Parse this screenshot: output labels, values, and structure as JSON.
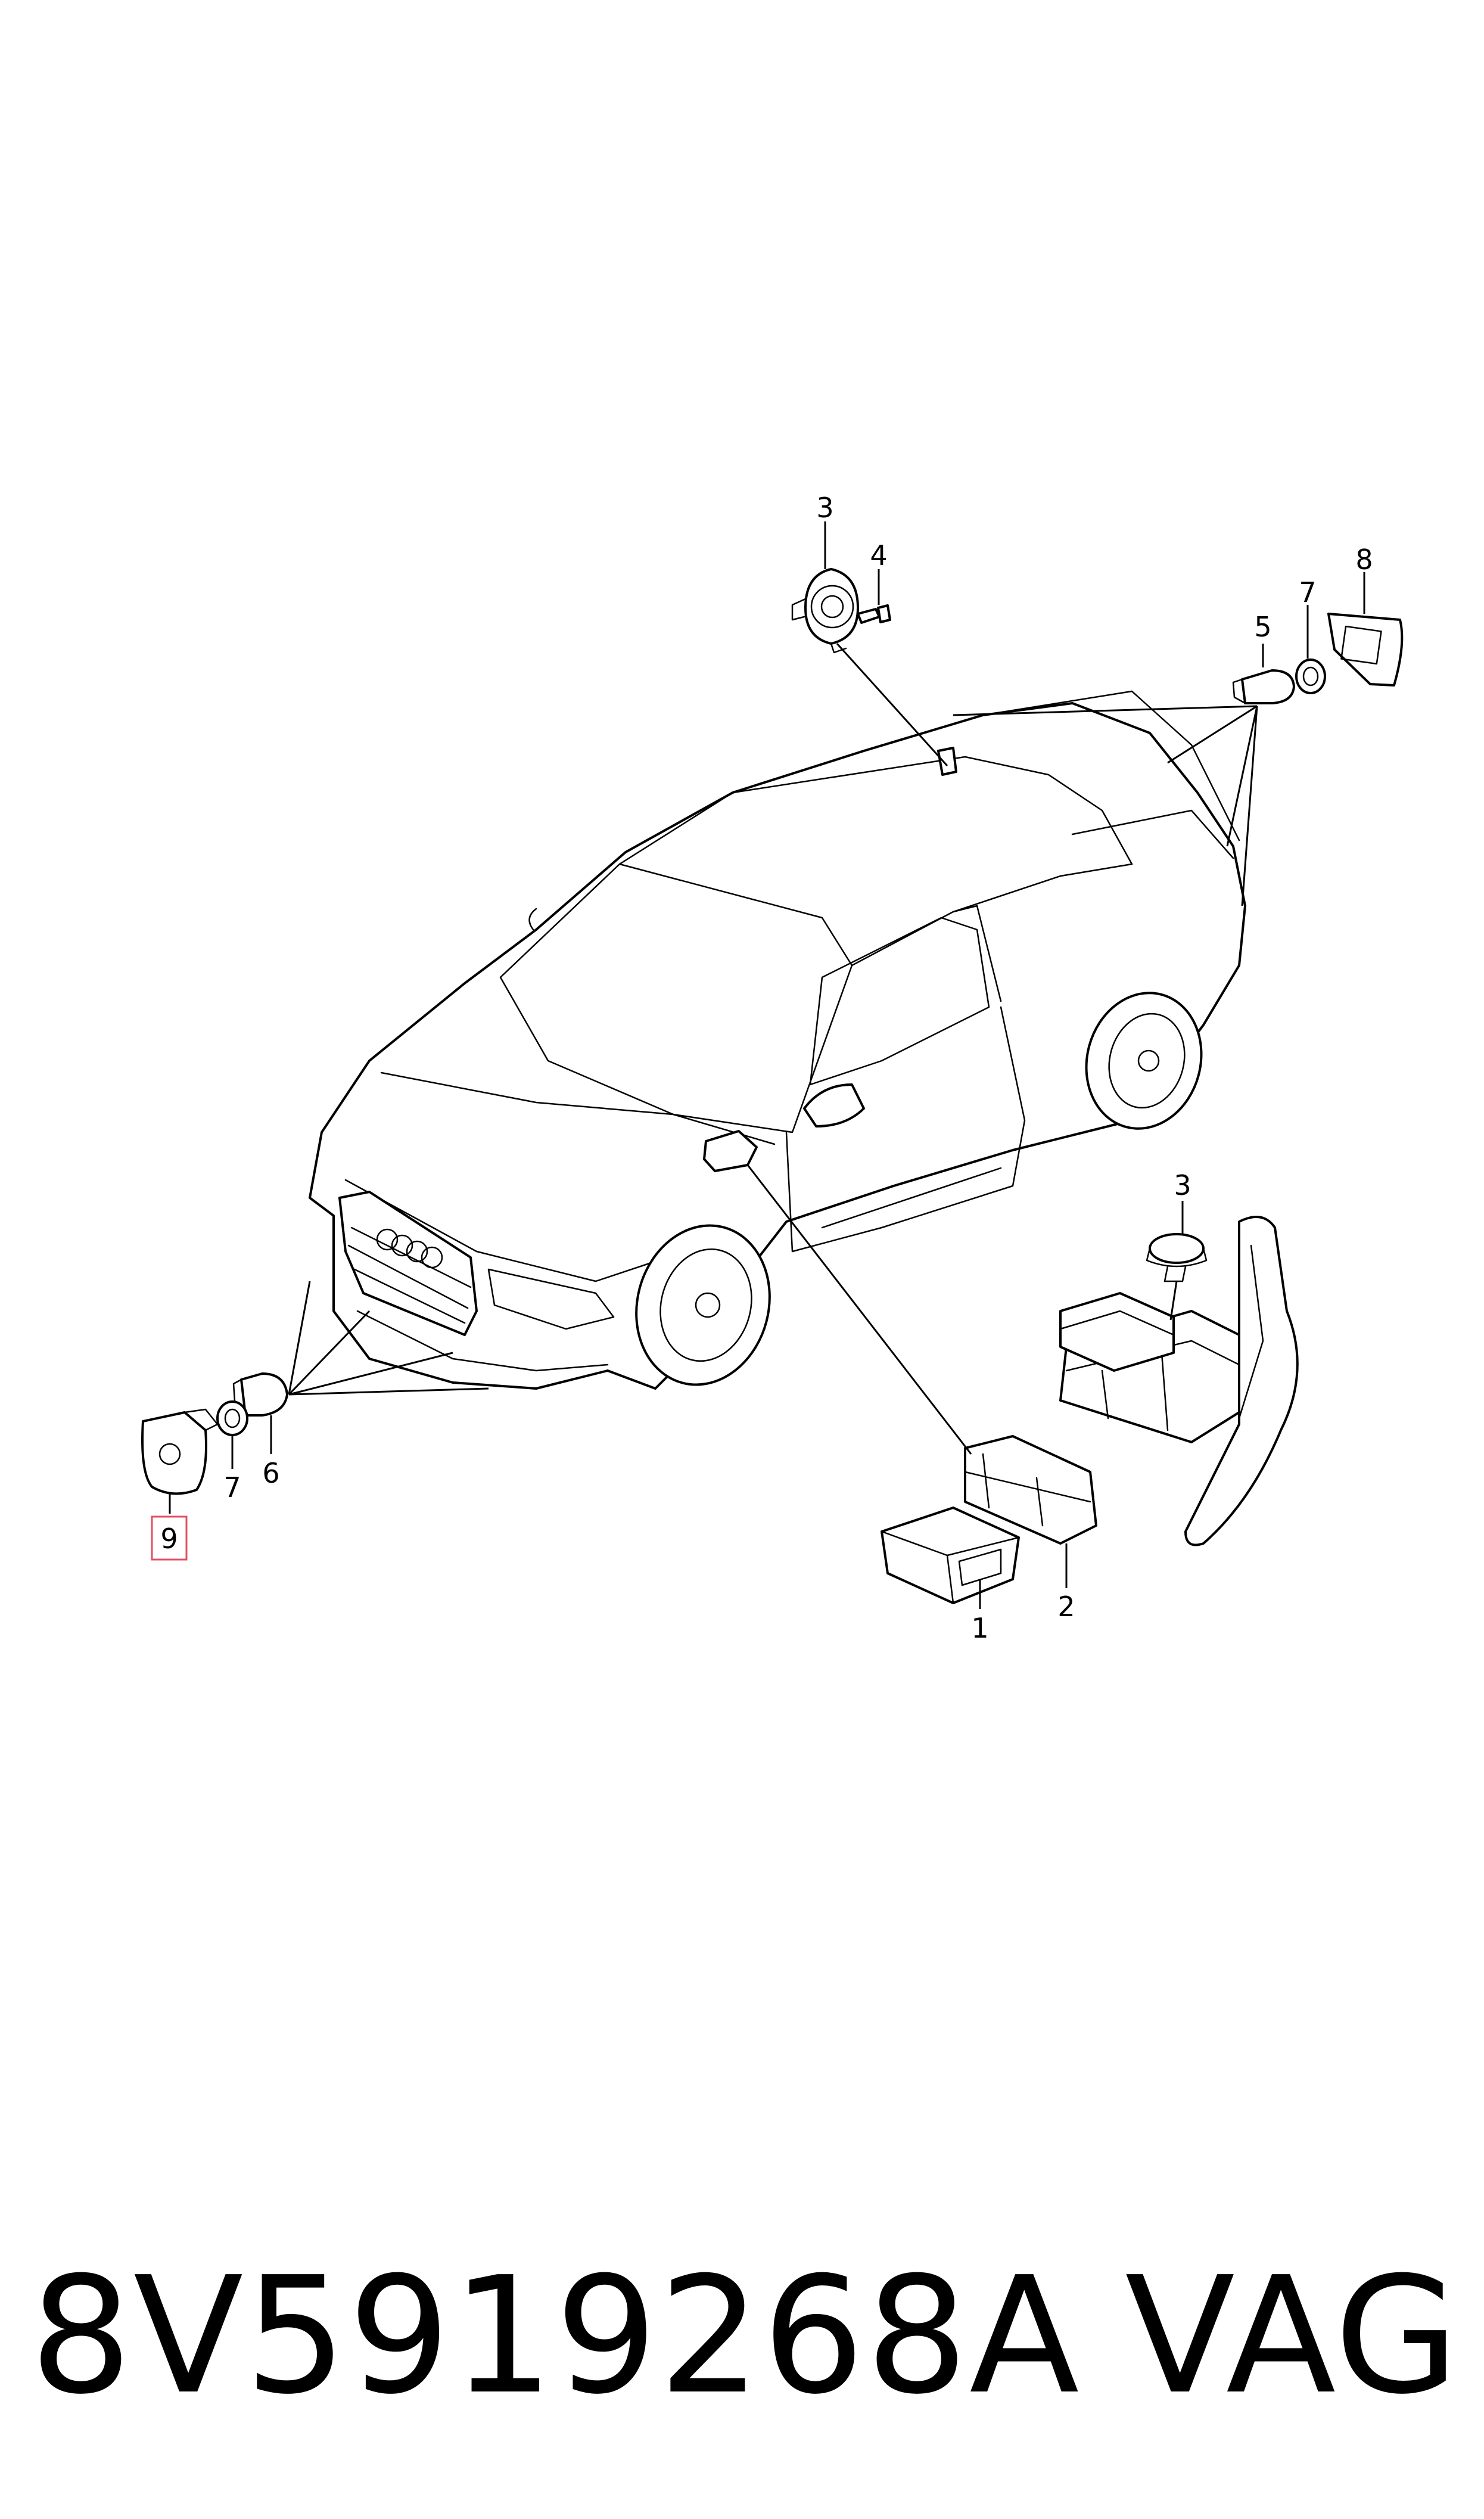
{
  "callouts": {
    "c3_top": "3",
    "c4": "4",
    "c5": "5",
    "c7_rear": "7",
    "c8": "8",
    "c3_lower": "3",
    "c1": "1",
    "c2": "2",
    "c6": "6",
    "c7_front": "7",
    "c9": "9"
  },
  "highlight": {
    "item": "9",
    "color": "#e05060"
  },
  "footer": {
    "part_number": "8V5919268A",
    "brand": "VAG"
  }
}
